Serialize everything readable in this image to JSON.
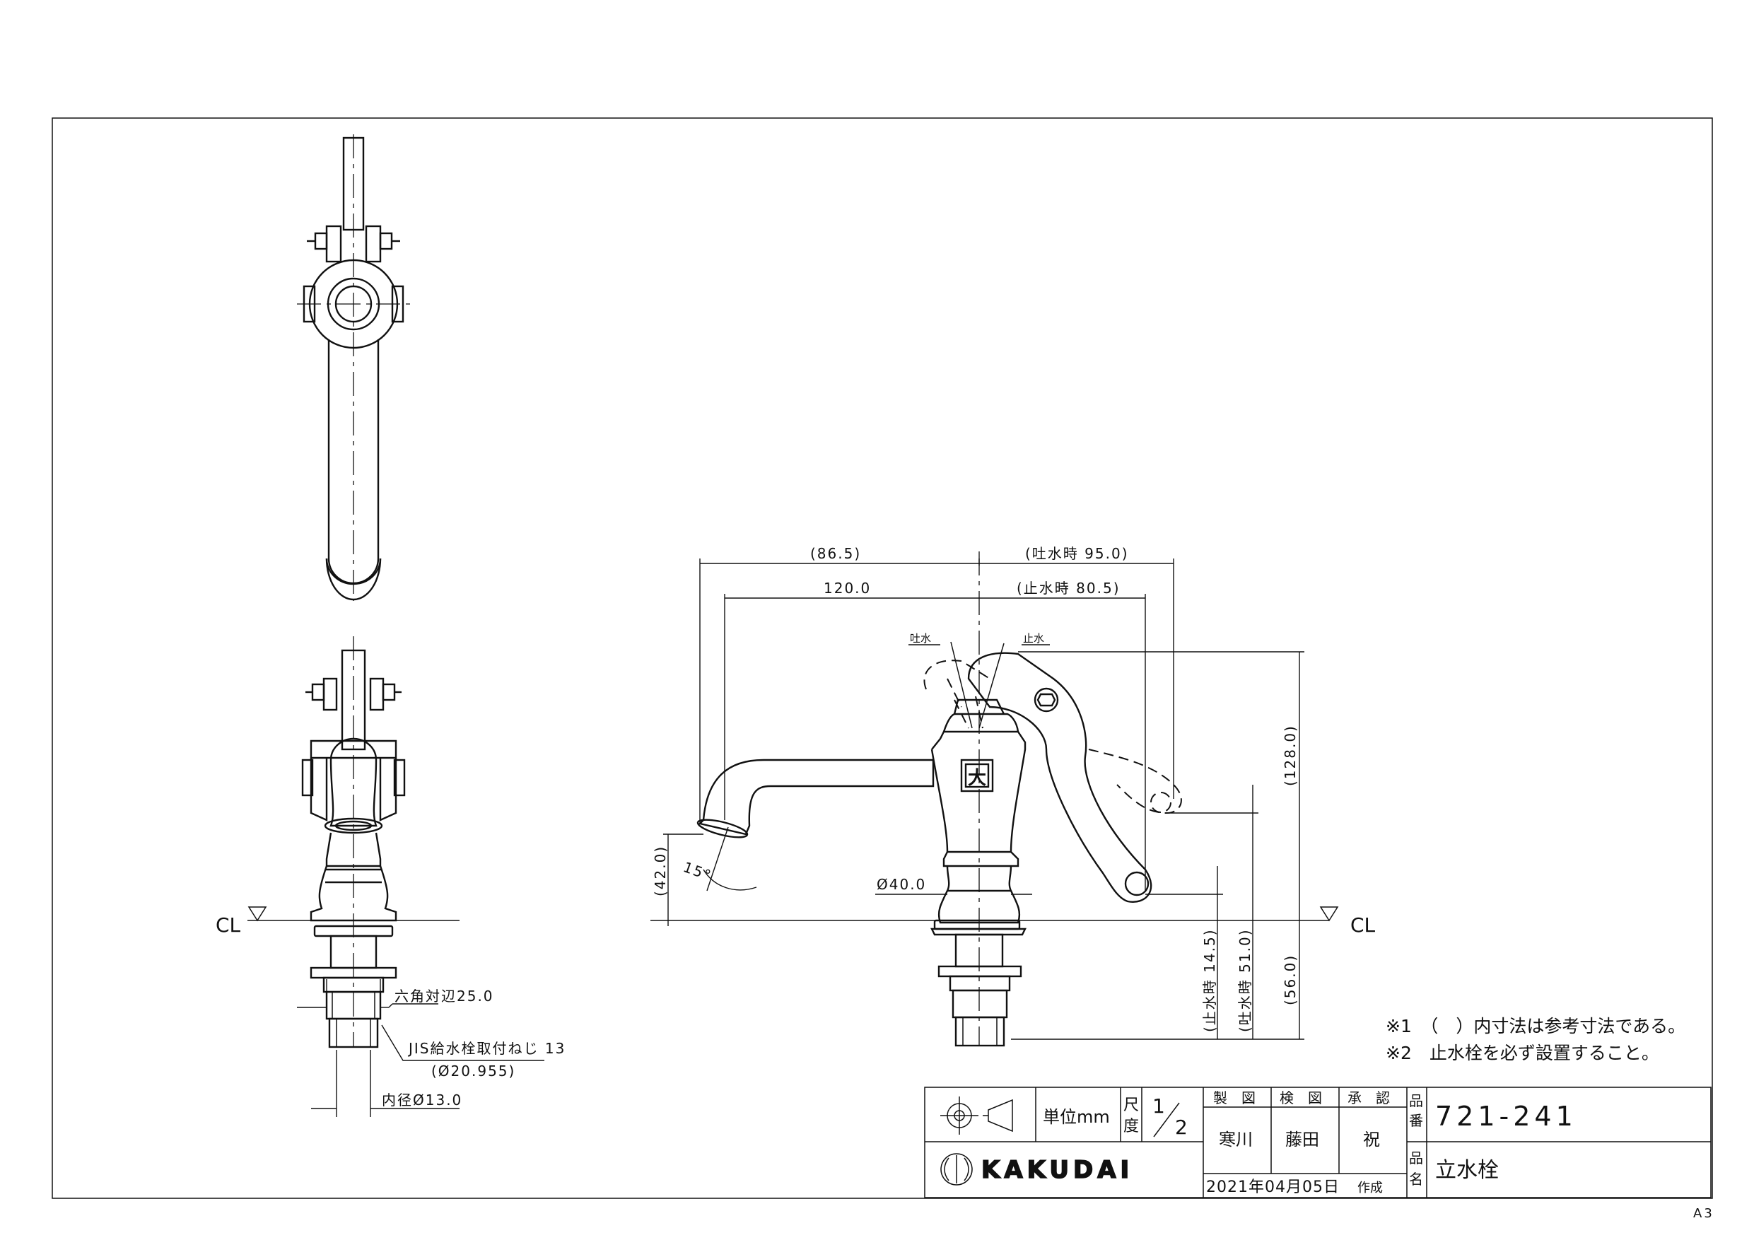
{
  "notes": {
    "note1": "※1　（　）内寸法は参考寸法である。",
    "note2": "※2　止水栓を必ず設置すること。"
  },
  "dimensions": {
    "d_86_5": "(86.5)",
    "d_95_0": "(吐水時 95.0)",
    "d_120_0": "120.0",
    "d_80_5": "(止水時 80.5)",
    "d_128_0": "(128.0)",
    "d_42_0": "(42.0)",
    "d_15deg": "15°",
    "d_40_0": "Ø40.0",
    "d_14_5": "(止水時 14.5)",
    "d_51_0": "(吐水時 51.0)",
    "d_56_0": "(56.0)",
    "hex": "六角対辺25.0",
    "jis": "JIS給水栓取付ねじ 13",
    "jis_dia": "(Ø20.955)",
    "inner": "内径Ø13.0"
  },
  "labels": {
    "tosui": "吐水",
    "shisui": "止水",
    "cl_left": "CL",
    "cl_right": "CL",
    "sheet_size": "A3"
  },
  "title_block": {
    "unit_label": "単位mm",
    "scale_label_1": "尺",
    "scale_label_2": "度",
    "scale_num": "1",
    "scale_den": "2",
    "h_drawn": "製　図",
    "h_checked": "検　図",
    "h_approved": "承　認",
    "drawn_by": "寒川",
    "checked_by": "藤田",
    "approved_by": "祝",
    "part_no_label_1": "品",
    "part_no_label_2": "番",
    "part_no": "721-241",
    "part_name_label_1": "品",
    "part_name_label_2": "名",
    "part_name": "立水栓",
    "brand": "KAKUDAI",
    "date": "2021年04月05日",
    "created": "作成"
  }
}
